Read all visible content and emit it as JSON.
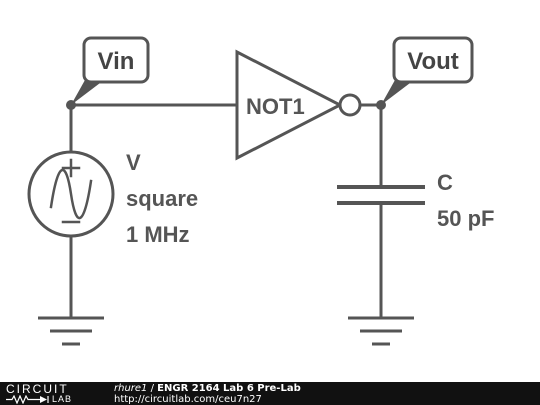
{
  "circuit": {
    "input_label": "Vin",
    "output_label": "Vout",
    "gate_name": "NOT1",
    "source": {
      "name": "V",
      "waveform": "square",
      "frequency": "1 MHz"
    },
    "capacitor": {
      "name": "C",
      "value": "50 pF"
    }
  },
  "footer": {
    "logo_top": "CIRCUIT",
    "logo_bottom": "LAB",
    "author": "rhure1",
    "separator": " / ",
    "title": "ENGR 2164 Lab 6 Pre-Lab",
    "url": "http://circuitlab.com/ceu7n27"
  },
  "colors": {
    "stroke": "#555555",
    "footer_bg": "#111111"
  }
}
